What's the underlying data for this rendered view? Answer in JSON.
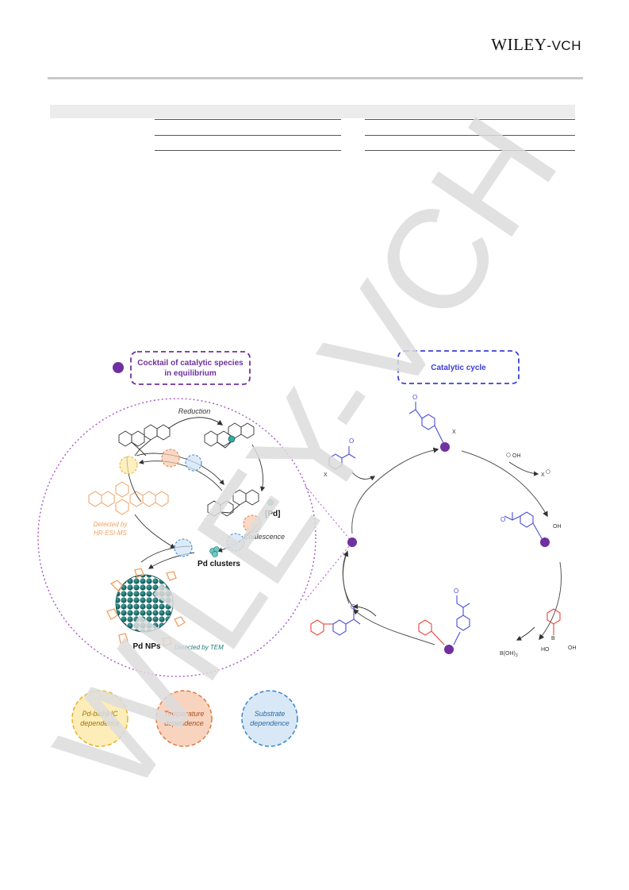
{
  "header": {
    "publisher_main": "WILEY",
    "publisher_sep": "-",
    "publisher_sub": "VCH"
  },
  "watermark": {
    "text": "WILEY-VCH"
  },
  "scheme": {
    "left_title_line1": "Cocktail of catalytic species",
    "left_title_line2": "in equilibrium",
    "right_title": "Catalytic cycle",
    "reduction_label": "Reduction",
    "pd_label": "[Pd]",
    "coalescence_label": "Coalescence",
    "pd_clusters_label": "Pd clusters",
    "pd_nps_label": "Pd NPs",
    "detected_hr_line1": "Detected by",
    "detected_hr_line2": "HR-ESI-MS",
    "detected_tem": "Detected by TEM",
    "dependence": [
      {
        "line1": "Pd-bisNHC",
        "line2": "dependence"
      },
      {
        "line1": "Temperature",
        "line2": "dependence"
      },
      {
        "line1": "Substrate",
        "line2": "dependence"
      }
    ],
    "cycle_labels": {
      "x": "X",
      "oh": "OH",
      "x_minus": "X",
      "b_oh3": "B(OH)",
      "b_sub": "3",
      "ho": "HO",
      "b": "B"
    },
    "colors": {
      "purple": "#7030a0",
      "blue": "#4a4fd6",
      "red": "#e8453c",
      "teal": "#1f7a78",
      "orange": "#f0a060",
      "yellow": "#f6c644"
    }
  }
}
